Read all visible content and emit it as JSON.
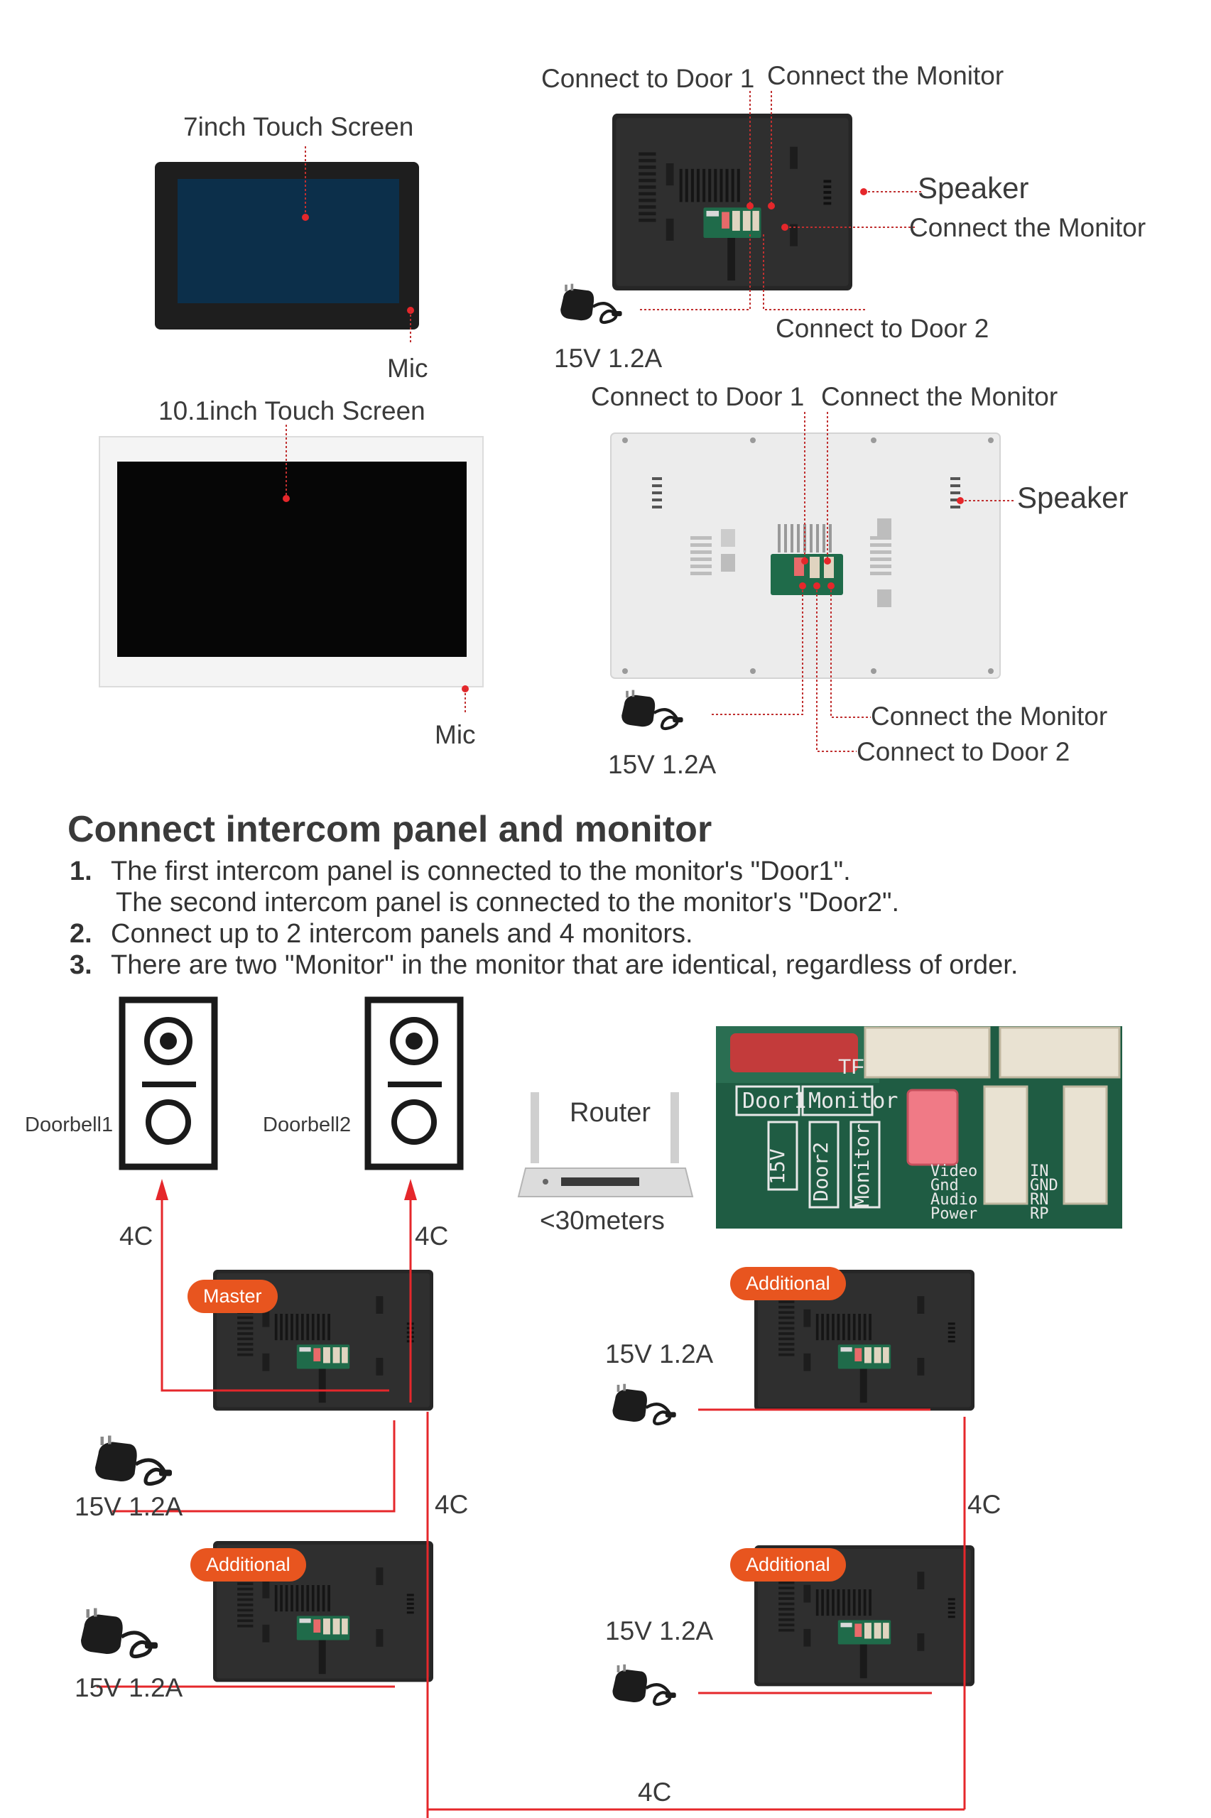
{
  "top_left": {
    "screen7": {
      "title": "7inch Touch Screen",
      "mic": "Mic"
    },
    "screen10": {
      "title": "10.1inch Touch Screen",
      "mic": "Mic"
    }
  },
  "top_right": {
    "monitor7": {
      "door1": "Connect to Door 1",
      "monitor_top": "Connect the Monitor",
      "speaker": "Speaker",
      "monitor_side": "Connect the Monitor",
      "door2": "Connect to Door 2",
      "power": "15V 1.2A"
    },
    "monitor10": {
      "door1": "Connect to Door 1",
      "monitor_top": "Connect the Monitor",
      "speaker": "Speaker",
      "monitor_bottom": "Connect the Monitor",
      "door2": "Connect to Door 2",
      "power": "15V 1.2A"
    }
  },
  "instructions": {
    "heading": "Connect intercom panel and monitor",
    "steps": [
      {
        "num": "1.",
        "text": "The first intercom panel is connected to the monitor's \"Door1\"."
      },
      {
        "num": "",
        "text": "The second intercom panel is connected to the monitor's \"Door2\"."
      },
      {
        "num": "2.",
        "text": "Connect up to 2 intercom panels and 4 monitors."
      },
      {
        "num": "3.",
        "text": "There are two \"Monitor\" in the monitor that are identical, regardless of order."
      }
    ]
  },
  "wiring": {
    "doorbell1": "Doorbell1",
    "doorbell2": "Doorbell2",
    "router": "Router",
    "router_range": "<30meters",
    "cable_4c": "4C",
    "power": "15V 1.2A",
    "tags": {
      "master": "Master",
      "additional": "Additional"
    },
    "board": {
      "tf": "TF",
      "door1": "Door1",
      "monitor": "Monitor",
      "v15": "15V",
      "door2": "Door2",
      "monitor_vert": "Monitor",
      "pins": [
        "Video",
        "Gnd",
        "Audio",
        "Power"
      ],
      "pins_right": [
        "IN",
        "GND",
        "RN",
        "RP"
      ]
    }
  },
  "colors": {
    "accent_red": "#e5272b",
    "tag_orange": "#e8551f",
    "monitor_body": "#2b2b2b",
    "screen_blue": "#0c2f4a",
    "pcb_green": "#1f6b4a"
  }
}
